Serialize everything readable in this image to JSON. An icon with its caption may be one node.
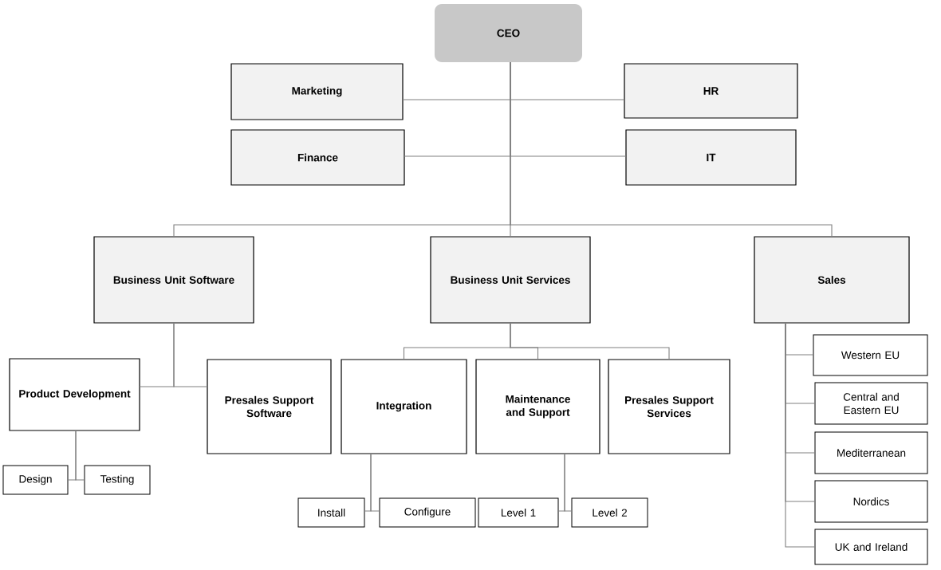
{
  "diagram": {
    "nodes": [
      {
        "text": [
          "CEO"
        ]
      },
      {
        "text": [
          "Marketing"
        ]
      },
      {
        "text": [
          "HR"
        ]
      },
      {
        "text": [
          "Finance"
        ]
      },
      {
        "text": [
          "IT"
        ]
      },
      {
        "text": [
          "Business Unit Software"
        ]
      },
      {
        "text": [
          "Business Unit Services"
        ]
      },
      {
        "text": [
          "Sales"
        ]
      },
      {
        "text": [
          "Product Development"
        ]
      },
      {
        "text": [
          "Presales Support Software"
        ]
      },
      {
        "text": [
          "Integration"
        ]
      },
      {
        "text": [
          "Maintenance and Support"
        ]
      },
      {
        "text": [
          "Presales Support Services"
        ]
      },
      {
        "text": [
          "Design"
        ]
      },
      {
        "text": [
          "Testing"
        ]
      },
      {
        "text": [
          "Install"
        ]
      },
      {
        "text": [
          "Configure"
        ]
      },
      {
        "text": [
          "Level 1"
        ]
      },
      {
        "text": [
          "Level 2"
        ]
      },
      {
        "text": [
          "Western EU"
        ]
      },
      {
        "text": [
          "Central and Eastern EU"
        ]
      },
      {
        "text": [
          "Mediterranean"
        ]
      },
      {
        "text": [
          "Nordics"
        ]
      },
      {
        "text": [
          "UK and Ireland"
        ]
      }
    ],
    "edges": [
      {
        "from": 0,
        "to": 1,
        "arrow": "none"
      },
      {
        "from": 0,
        "to": 2,
        "arrow": "none"
      },
      {
        "from": 0,
        "to": 3,
        "arrow": "none"
      },
      {
        "from": 0,
        "to": 4,
        "arrow": "none"
      },
      {
        "from": 0,
        "to": 5,
        "arrow": "none"
      },
      {
        "from": 0,
        "to": 6,
        "arrow": "none"
      },
      {
        "from": 0,
        "to": 7,
        "arrow": "none"
      },
      {
        "from": 5,
        "to": 8,
        "arrow": "none"
      },
      {
        "from": 5,
        "to": 9,
        "arrow": "none"
      },
      {
        "from": 6,
        "to": 10,
        "arrow": "none"
      },
      {
        "from": 6,
        "to": 11,
        "arrow": "none"
      },
      {
        "from": 6,
        "to": 12,
        "arrow": "none"
      },
      {
        "from": 7,
        "to": 19,
        "arrow": "none"
      },
      {
        "from": 7,
        "to": 20,
        "arrow": "none"
      },
      {
        "from": 7,
        "to": 21,
        "arrow": "none"
      },
      {
        "from": 7,
        "to": 22,
        "arrow": "none"
      },
      {
        "from": 7,
        "to": 23,
        "arrow": "none"
      },
      {
        "from": 8,
        "to": 13,
        "arrow": "none"
      },
      {
        "from": 8,
        "to": 14,
        "arrow": "none"
      },
      {
        "from": 10,
        "to": 15,
        "arrow": "none"
      },
      {
        "from": 10,
        "to": 16,
        "arrow": "none"
      },
      {
        "from": 11,
        "to": 17,
        "arrow": "none"
      },
      {
        "from": 11,
        "to": 18,
        "arrow": "none"
      }
    ]
  }
}
